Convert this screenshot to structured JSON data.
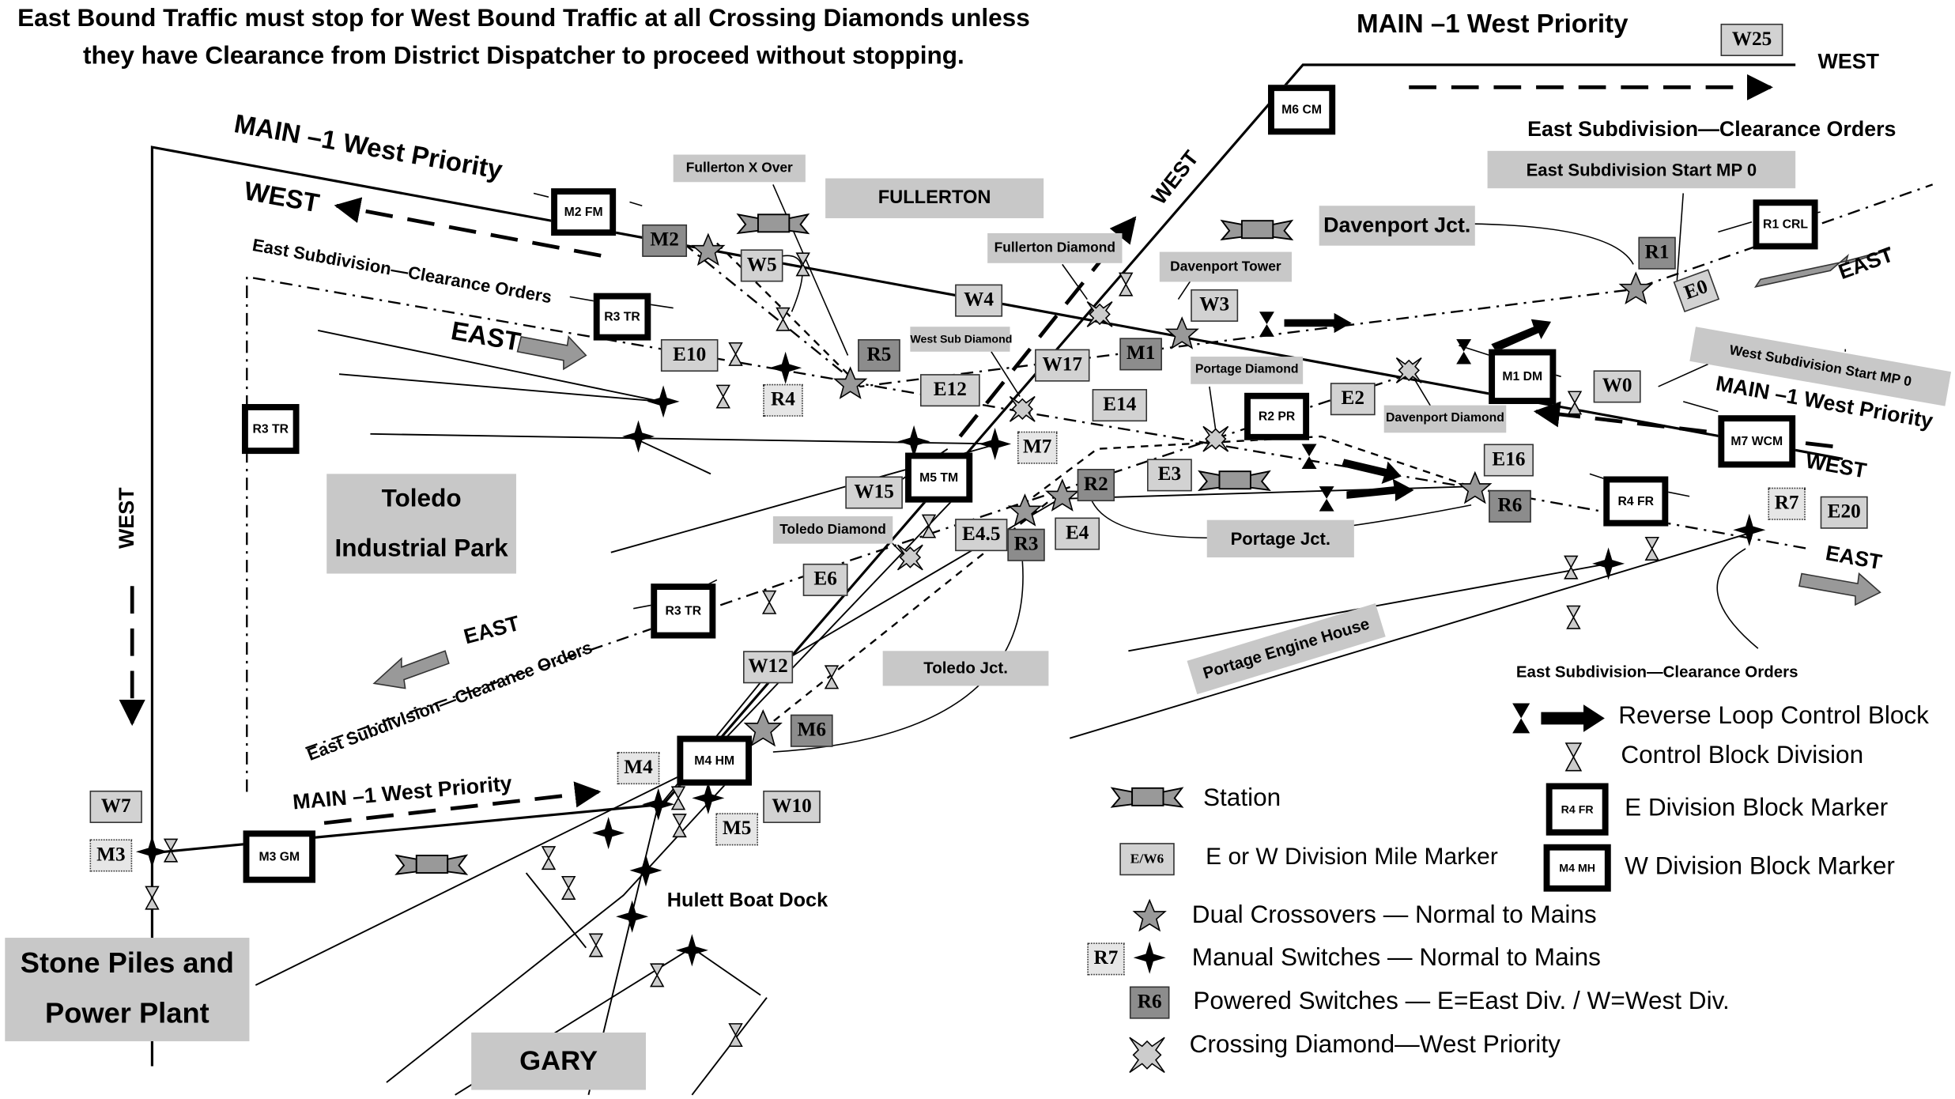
{
  "notice": {
    "line1": "East Bound Traffic must stop  for West Bound Traffic at all Crossing Diamonds unless",
    "line2": "they have Clearance from District Dispatcher to proceed without stopping."
  },
  "directions": {
    "main_west_priority": "MAIN –1 West Priority",
    "west": "WEST",
    "east": "EAST",
    "east_sub_clearance": "East Subdivision—Clearance Orders",
    "east_sub_clearance_short": "East Subdivision—Clearance Orders"
  },
  "places": {
    "fullerton": "FULLERTON",
    "fullerton_x_over": "Fullerton X Over",
    "fullerton_diamond": "Fullerton Diamond",
    "davenport_jct": "Davenport Jct.",
    "davenport_tower": "Davenport Tower",
    "davenport_diamond": "Davenport Diamond",
    "east_sub_start": "East Subdivision Start MP 0",
    "west_sub_start": "West Subdivision Start MP 0",
    "west_sub_diamond": "West Sub Diamond",
    "portage_diamond": "Portage Diamond",
    "portage_jct": "Portage Jct.",
    "portage_engine_house": "Portage Engine House",
    "toledo_park_1": "Toledo",
    "toledo_park_2": "Industrial Park",
    "toledo_diamond": "Toledo Diamond",
    "toledo_jct": "Toledo Jct.",
    "hulett": "Hulett Boat Dock",
    "stone_1": "Stone Piles and",
    "stone_2": "Power Plant",
    "gary": "GARY"
  },
  "markers": {
    "W25": "W25",
    "W5": "W5",
    "W4": "W4",
    "W3": "W3",
    "W17": "W17",
    "W15": "W15",
    "W12": "W12",
    "W10": "W10",
    "W7": "W7",
    "W0": "W0",
    "E10": "E10",
    "E12": "E12",
    "E14": "E14",
    "E2": "E2",
    "E3": "E3",
    "E16": "E16",
    "E4_5": "E4.5",
    "E4": "E4",
    "E6": "E6",
    "E20": "E20",
    "E0": "E0",
    "M2": "M2",
    "M1": "M1",
    "M7": "M7",
    "M6": "M6",
    "M4": "M4",
    "M5": "M5",
    "M3": "M3",
    "R1": "R1",
    "R5": "R5",
    "R4": "R4",
    "R2": "R2",
    "R3": "R3",
    "R6": "R6",
    "R7": "R7"
  },
  "blocks": {
    "m6": "M6 CM",
    "m2": "M2 FM",
    "r3tr_top": "R3 TR",
    "r3tr_left": "R3 TR",
    "r1": "R1 CRL",
    "m1": "M1 DM",
    "r2": "R2 PR",
    "m7": "M7 WCM",
    "m5": "M5 TM",
    "r4": "R4 FR",
    "r3tr_low": "R3 TR",
    "m4": "M4 HM",
    "m3": "M3 GM"
  },
  "legend": {
    "reverse_loop": "Reverse Loop Control Block",
    "control_div": "Control Block Division",
    "station": "Station",
    "mile_marker_sample": "E/W6",
    "mile_marker": "E or W Division Mile Marker",
    "e_block_sample": "R4 FR",
    "e_block": "E Division Block Marker",
    "w_block_sample": "M4 MH",
    "w_block": "W Division Block Marker",
    "dual_crossovers": "Dual Crossovers — Normal to Mains",
    "manual_sample": "R7",
    "manual_switches": "Manual Switches — Normal to Mains",
    "powered_sample": "R6",
    "powered_switches": "Powered Switches — E=East Div. / W=West Div.",
    "crossing_diamond": "Crossing Diamond—West Priority"
  },
  "colors": {
    "box_gray": "#c8c8c8",
    "dark_marker": "#8c8c8c",
    "arrow_gray": "#999999"
  }
}
